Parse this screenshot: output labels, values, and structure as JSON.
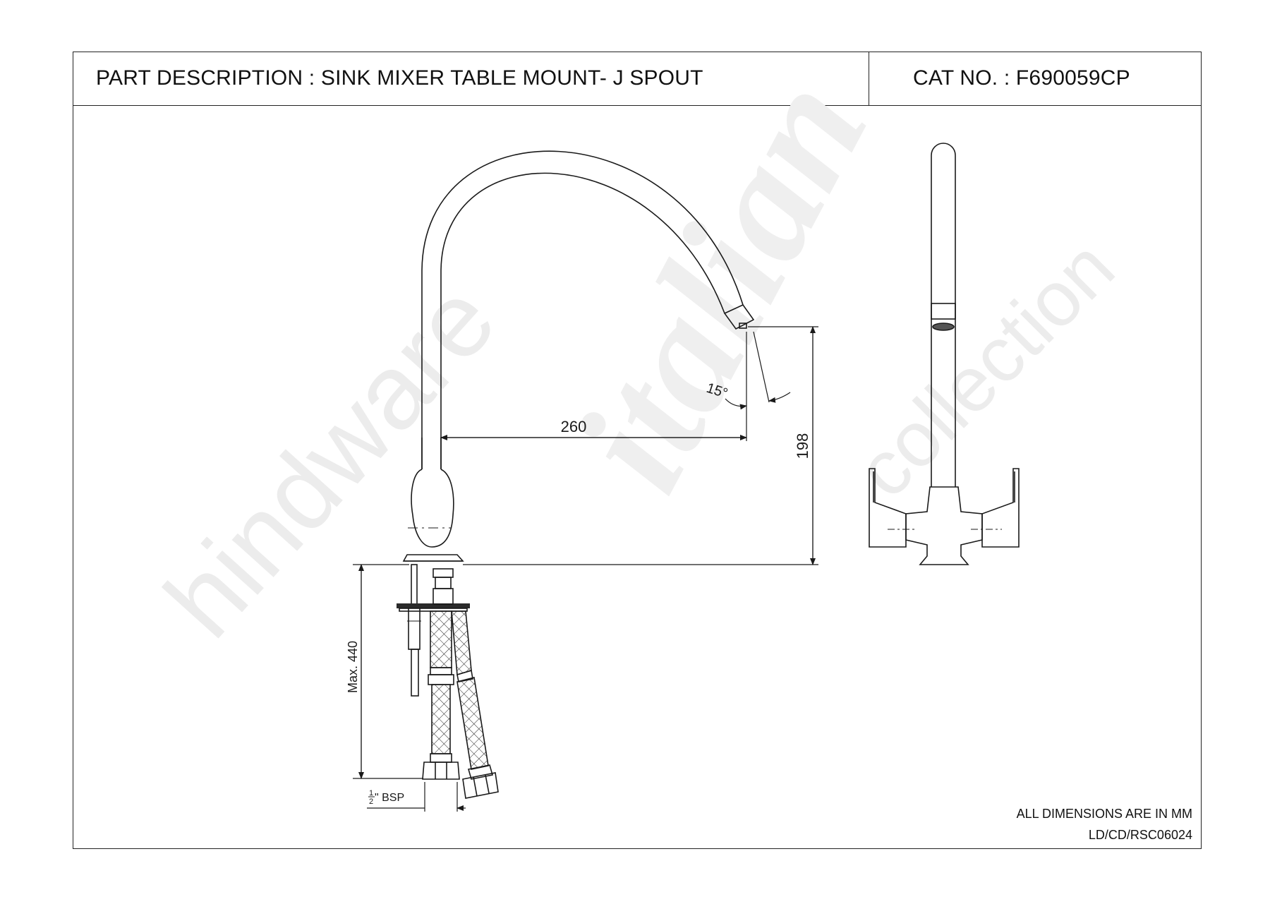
{
  "header": {
    "part_description": "PART DESCRIPTION : SINK MIXER TABLE MOUNT- J SPOUT",
    "cat_no": "CAT NO. : F690059CP"
  },
  "dimensions": {
    "reach": "260",
    "height": "198",
    "angle": "15°",
    "max_length": "Max. 440",
    "thread_fraction_num": "1",
    "thread_fraction_den": "2",
    "thread": "\" BSP"
  },
  "notes": {
    "units": "ALL DIMENSIONS ARE IN MM",
    "drawing_code": "LD/CD/RSC06024"
  },
  "watermark": {
    "line1": "hindware",
    "line2": "italian",
    "line3": "collection"
  },
  "colors": {
    "line": "#1a1a1a",
    "watermark": "#ededed"
  }
}
